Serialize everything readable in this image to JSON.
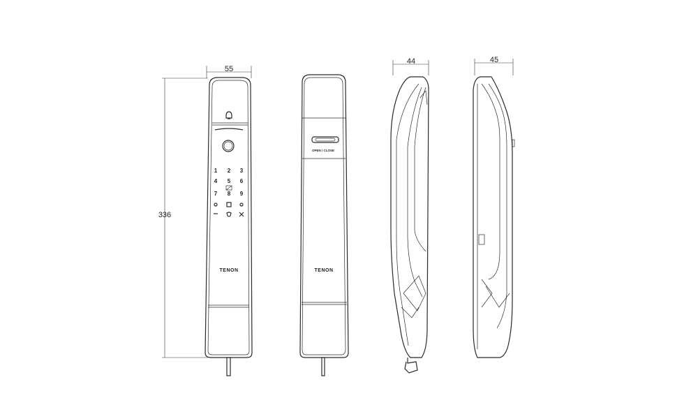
{
  "dimensions": {
    "front_width": "55",
    "height": "336",
    "side_depth_a": "44",
    "side_depth_b": "45"
  },
  "front_view": {
    "keypad_rows": [
      [
        "1",
        "2",
        "3"
      ],
      [
        "4",
        "5",
        "6"
      ],
      [
        "7",
        "8",
        "9"
      ]
    ],
    "bottom_icons": [
      "wifi-icon",
      "square-icon",
      "lock-icon",
      "shield-icon",
      "grid-icon"
    ],
    "bell_icon": "bell-icon",
    "brand": "TENON"
  },
  "back_view": {
    "button_label": "OPEN / CLOSE",
    "brand": "TENON"
  }
}
